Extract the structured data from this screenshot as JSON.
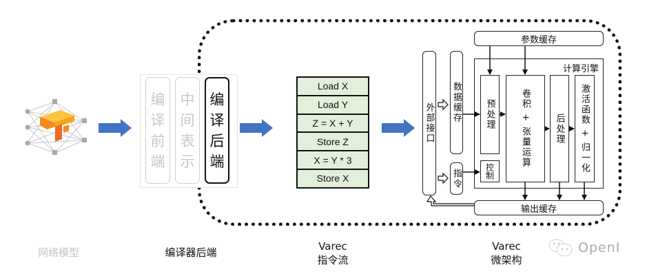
{
  "pipeline": {
    "network_model": {
      "label": "网络模型",
      "icon": "tensorflow-network-icon"
    },
    "compiler": {
      "stages": [
        {
          "chars": [
            "编",
            "译",
            "前",
            "端"
          ],
          "label": "编译前端",
          "active": false
        },
        {
          "chars": [
            "中",
            "间",
            "表",
            "示"
          ],
          "label": "中间表示",
          "active": false
        },
        {
          "chars": [
            "编",
            "译",
            "后",
            "端"
          ],
          "label": "编译后端",
          "active": true
        }
      ],
      "caption": "编译器后端"
    },
    "instruction_stream": {
      "rows": [
        "Load X",
        "Load Y",
        "Z = X + Y",
        "Store Z",
        "X = Y * 3",
        "Store X"
      ],
      "caption_line1": "Varec",
      "caption_line2": "指令流"
    },
    "micro_architecture": {
      "param_cache": "参数缓存",
      "external_interface": "外部接口",
      "data_cache": "数据缓存",
      "instruction": "指令",
      "control": "控制",
      "compute_engine": "计算引擎",
      "preprocess": "预处理",
      "conv_tensor": "卷积 + 张量运算",
      "postprocess": "后处理",
      "activation_norm": "激活函数 + 归一化",
      "output_cache": "输出缓存",
      "caption_line1": "Varec",
      "caption_line2": "微架构"
    }
  },
  "watermark": {
    "icon": "wechat-icon",
    "text": "OpenI"
  },
  "colors": {
    "arrow": "#4472c4",
    "instr_fill": "#e2efda",
    "logo_orange": "#f7a21b",
    "grey_text": "#c8c8c8"
  }
}
